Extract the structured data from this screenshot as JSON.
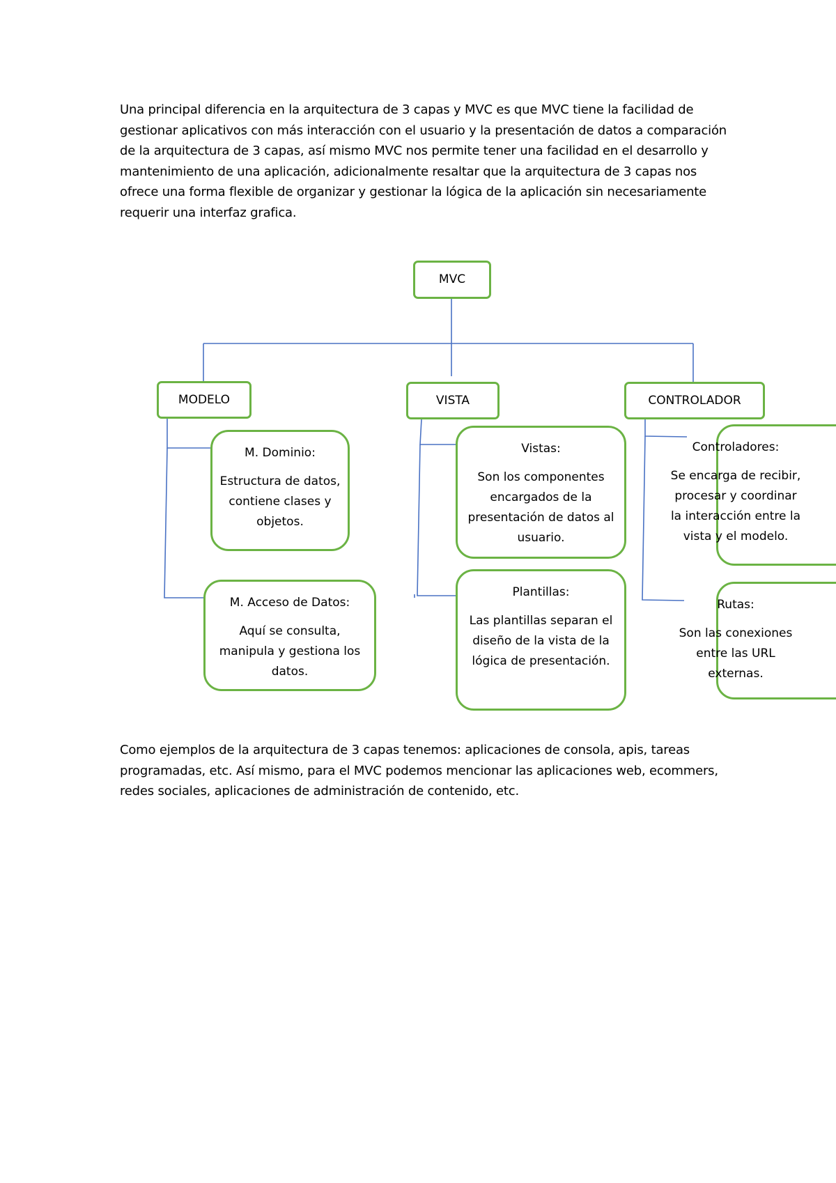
{
  "intro_paragraph": "Una principal diferencia en la arquitectura de 3 capas y MVC es que MVC tiene la facilidad de gestionar aplicativos con más interacción con el usuario y la presentación de datos a comparación de la arquitectura de 3 capas, así mismo MVC nos permite tener una facilidad en el desarrollo y mantenimiento de una aplicación, adicionalmente resaltar que la arquitectura de 3 capas nos ofrece una forma flexible de organizar y gestionar la lógica de la aplicación sin necesariamente requerir una interfaz grafica.",
  "diagram": {
    "root": "MVC",
    "modelo": {
      "label": "MODELO",
      "children": [
        {
          "title": "M. Dominio:",
          "body": "Estructura de datos, contiene clases y objetos."
        },
        {
          "title": "M. Acceso de Datos:",
          "body": "Aquí se consulta, manipula y gestiona los datos."
        }
      ]
    },
    "vista": {
      "label": "VISTA",
      "children": [
        {
          "title": "Vistas:",
          "body": "Son los componentes encargados de la presentación de datos al usuario."
        },
        {
          "title": "Plantillas:",
          "body": "Las plantillas separan el diseño de la vista de la lógica de presentación."
        }
      ]
    },
    "controlador": {
      "label": "CONTROLADOR",
      "children": [
        {
          "title": "Controladores:",
          "body": "Se encarga de recibir, procesar y coordinar la interacción entre la vista y el modelo."
        },
        {
          "title": "Rutas:",
          "body": "Son las conexiones entre las URL externas."
        }
      ]
    },
    "colors": {
      "box_border": "#6bb344",
      "connector": "#4a72c4"
    }
  },
  "examples_paragraph": "Como ejemplos de la arquitectura de 3 capas tenemos: aplicaciones de consola, apis, tareas programadas, etc. Así mismo, para el MVC podemos mencionar las aplicaciones web, ecommers, redes sociales, aplicaciones de administración de contenido, etc."
}
